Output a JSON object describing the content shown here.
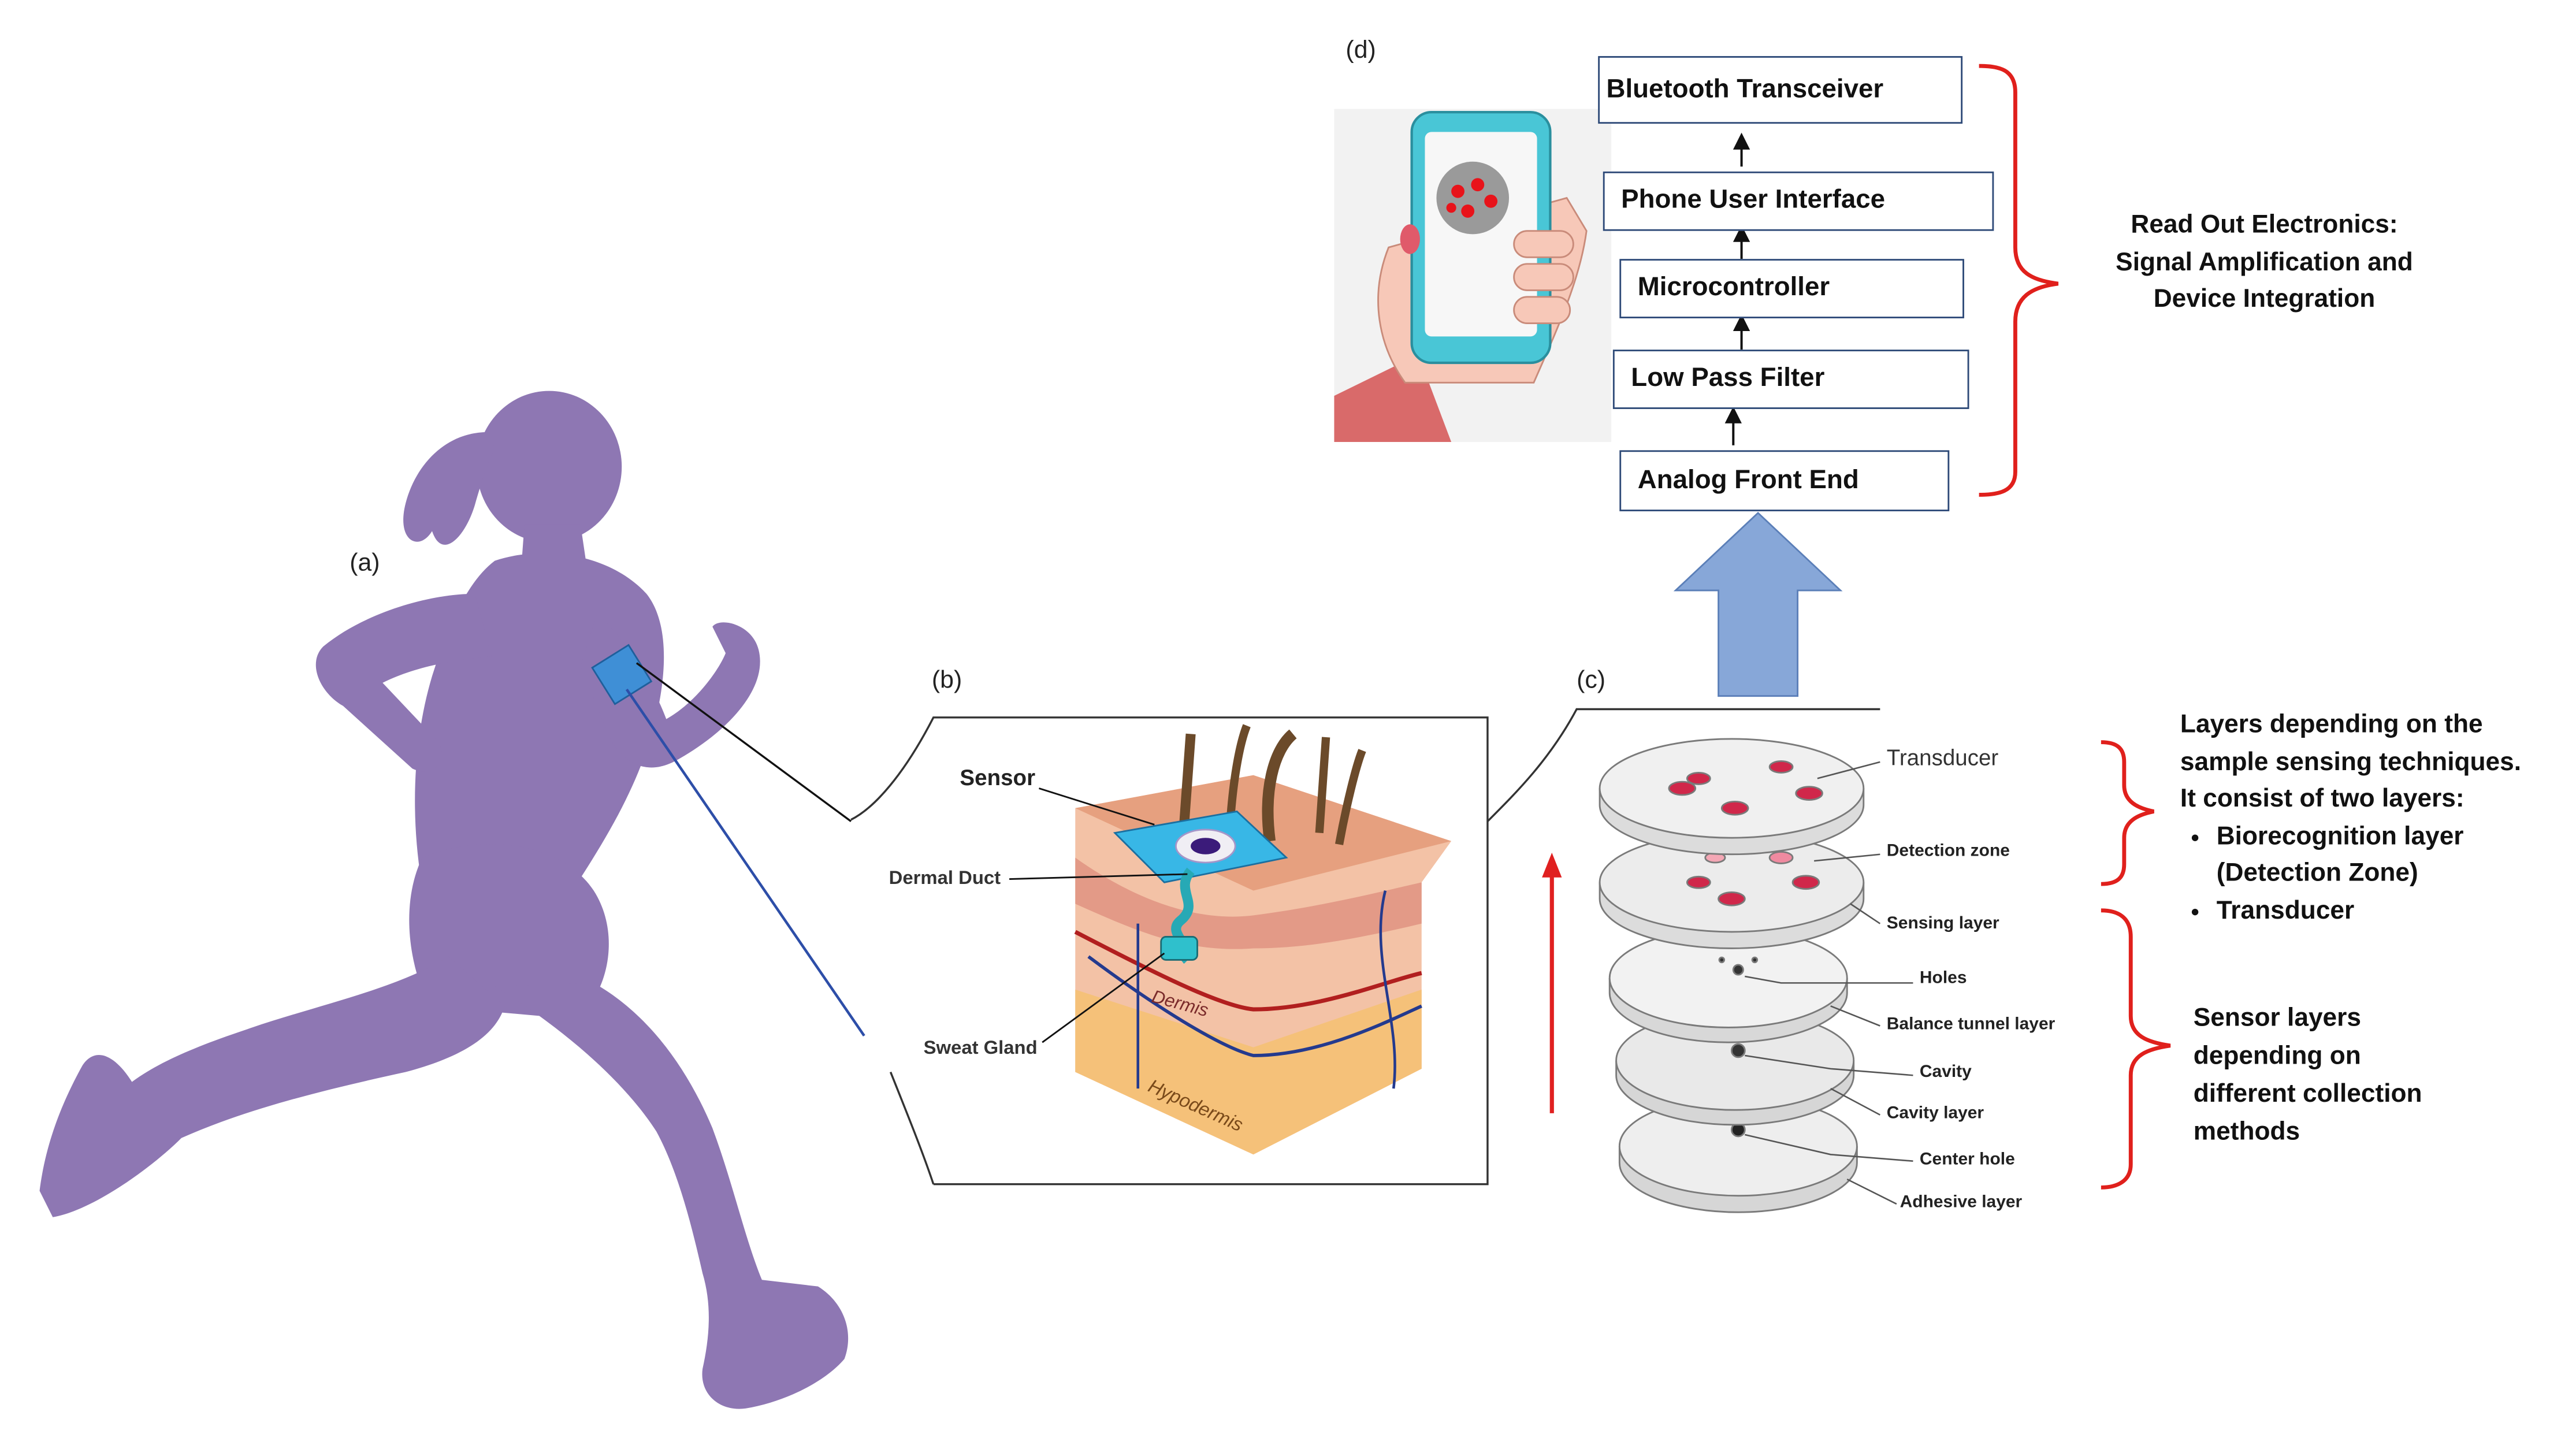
{
  "panels": {
    "a": "(a)",
    "b": "(b)",
    "c": "(c)",
    "d": "(d)"
  },
  "readout": {
    "blocks": [
      "Bluetooth Transceiver",
      "Phone User Interface",
      "Microcontroller",
      "Low Pass Filter",
      "Analog Front End"
    ],
    "caption": [
      "Read Out Electronics:",
      "Signal Amplification and",
      "Device Integration"
    ]
  },
  "skin": {
    "labels": {
      "sensor": "Sensor",
      "dermal_duct": "Dermal Duct",
      "sweat_gland": "Sweat Gland",
      "dermis": "Dermis",
      "hypodermis": "Hypodermis"
    }
  },
  "layers": {
    "labels": {
      "transducer": "Transducer",
      "detection_zone": "Detection zone",
      "sensing_layer": "Sensing layer",
      "holes": "Holes",
      "balance_tunnel": "Balance tunnel layer",
      "cavity": "Cavity",
      "cavity_layer": "Cavity layer",
      "center_hole": "Center hole",
      "adhesive_layer": "Adhesive layer"
    },
    "top_note": {
      "lines": [
        "Layers depending on the",
        "sample sensing techniques.",
        "It consist of two layers:"
      ],
      "bullets": [
        "Biorecognition layer",
        "(Detection Zone)",
        "Transducer"
      ]
    },
    "bottom_note": [
      "Sensor layers",
      "depending on",
      "different collection",
      "methods"
    ]
  },
  "colors": {
    "runner": "#8e77b3",
    "bracket": "#e0201c",
    "block_border": "#2e4a78",
    "big_arrow": "#87a7d8",
    "red_arrow": "#e02020"
  },
  "icons": {
    "phone": "smartphone-in-hand-icon",
    "runner": "running-woman-silhouette-icon"
  }
}
